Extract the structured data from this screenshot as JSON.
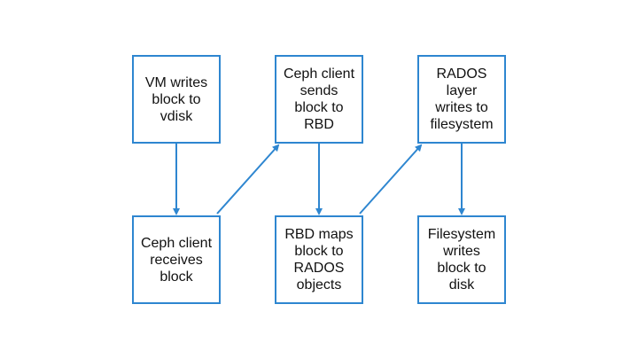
{
  "diagram": {
    "type": "flowchart",
    "colors": {
      "border": "#2e86d0",
      "arrow": "#2e86d0",
      "text": "#111111",
      "background": "#ffffff"
    },
    "nodes": [
      {
        "id": "n1",
        "label": "VM writes\nblock to\nvdisk"
      },
      {
        "id": "n2",
        "label": "Ceph client\nsends\nblock to\nRBD"
      },
      {
        "id": "n3",
        "label": "RADOS\nlayer\nwrites to\nfilesystem"
      },
      {
        "id": "n4",
        "label": "Ceph client\nreceives\nblock"
      },
      {
        "id": "n5",
        "label": "RBD maps\nblock to\nRADOS\nobjects"
      },
      {
        "id": "n6",
        "label": "Filesystem\nwrites\nblock to\ndisk"
      }
    ],
    "edges": [
      {
        "from": "n1",
        "to": "n4"
      },
      {
        "from": "n4",
        "to": "n2"
      },
      {
        "from": "n2",
        "to": "n5"
      },
      {
        "from": "n5",
        "to": "n3"
      },
      {
        "from": "n3",
        "to": "n6"
      }
    ]
  }
}
